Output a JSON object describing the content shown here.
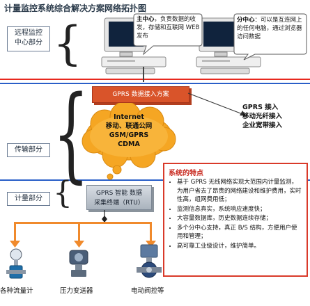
{
  "title": "计量监控系统综合解决方案网络拓扑图",
  "regions": {
    "remote": "远程监控\n中心部分",
    "transmission": "传输部分",
    "metering": "计量部分"
  },
  "main_center": {
    "label": "主中心",
    "text": "，负责数据的收发，存储和互联网 WEB 发布"
  },
  "sub_center": {
    "label": "分中心",
    "text": "：可以是互连网上的任何电脑，通过浏览器访问数据"
  },
  "gprs_access": "GPRS 数据接入方案",
  "cloud": [
    "Internet",
    "移动、联通公网",
    "GSM/GPRS",
    "CDMA"
  ],
  "access_options": [
    "GPRS 接入",
    "移动光纤接入",
    "企业宽带接入"
  ],
  "rtu": "GPRS 智能 数据\n采集终端（RTU）",
  "features": {
    "title": "系统的特点",
    "items": [
      "基于 GPRS 无线网络实现大范围内计量监测，为用户省去了昂贵的网络建设和维护费用，实时性高，组网费用低；",
      "监测信息真实，系统响应速度快；",
      "大容量数据库，历史数据连续存储；",
      "多个分中心支持，真正 B/S 结构，方便用户使用和管理；",
      "高可靠工业级设计，维护简单。"
    ]
  },
  "devices": [
    "各种流量计",
    "压力变送器",
    "电动阀控等"
  ],
  "colors": {
    "red_line": "#e8281e",
    "blue_line": "#2a5fc8",
    "gprs_box": "#d9542a",
    "cloud": "#f5a623",
    "connector": "#f08a2c"
  }
}
